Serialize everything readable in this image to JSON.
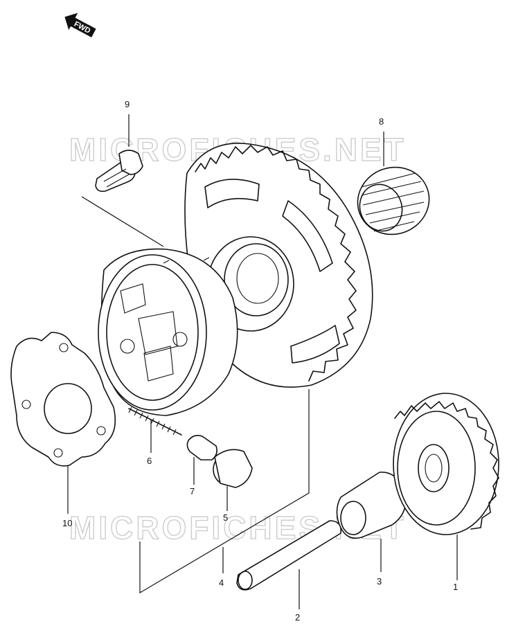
{
  "direction_arrow": {
    "label": "FWD",
    "icon": "forward-arrow-icon"
  },
  "watermark": {
    "top": "MICROFICHES.NET",
    "bottom": "MICROFICHES.NET"
  },
  "parts": [
    {
      "id": "part-1",
      "number": "1"
    },
    {
      "id": "part-2",
      "number": "2"
    },
    {
      "id": "part-3",
      "number": "3"
    },
    {
      "id": "part-4",
      "number": "4"
    },
    {
      "id": "part-5",
      "number": "5"
    },
    {
      "id": "part-6",
      "number": "6"
    },
    {
      "id": "part-7",
      "number": "7"
    },
    {
      "id": "part-8",
      "number": "8"
    },
    {
      "id": "part-9",
      "number": "9"
    },
    {
      "id": "part-10",
      "number": "10"
    }
  ],
  "colors": {
    "line": "#111111",
    "background": "#ffffff",
    "watermark": "#c9c9c9"
  }
}
